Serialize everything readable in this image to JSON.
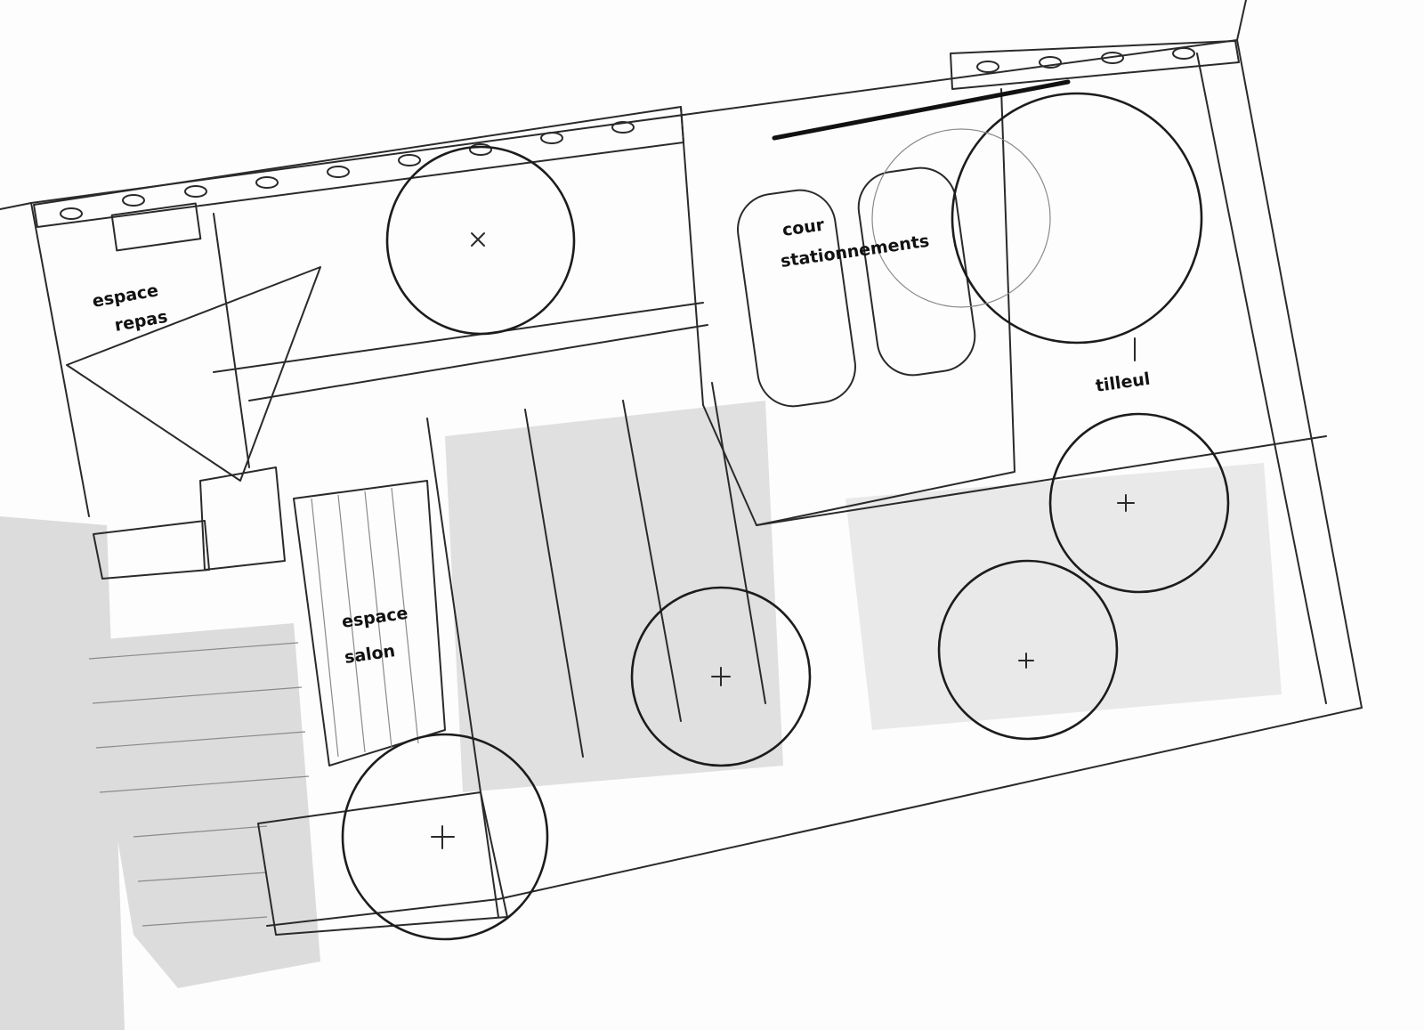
{
  "plan": {
    "labels": {
      "dining_area": [
        "espace",
        "repas"
      ],
      "parking": [
        "cour",
        "stationnements"
      ],
      "linden_tree": "tilleul",
      "lounge_area": [
        "espace",
        "salon"
      ]
    },
    "colors": {
      "ink": "#1c1c1c",
      "wash": "#c9c9c9",
      "paper": "#fdfdfd"
    }
  }
}
